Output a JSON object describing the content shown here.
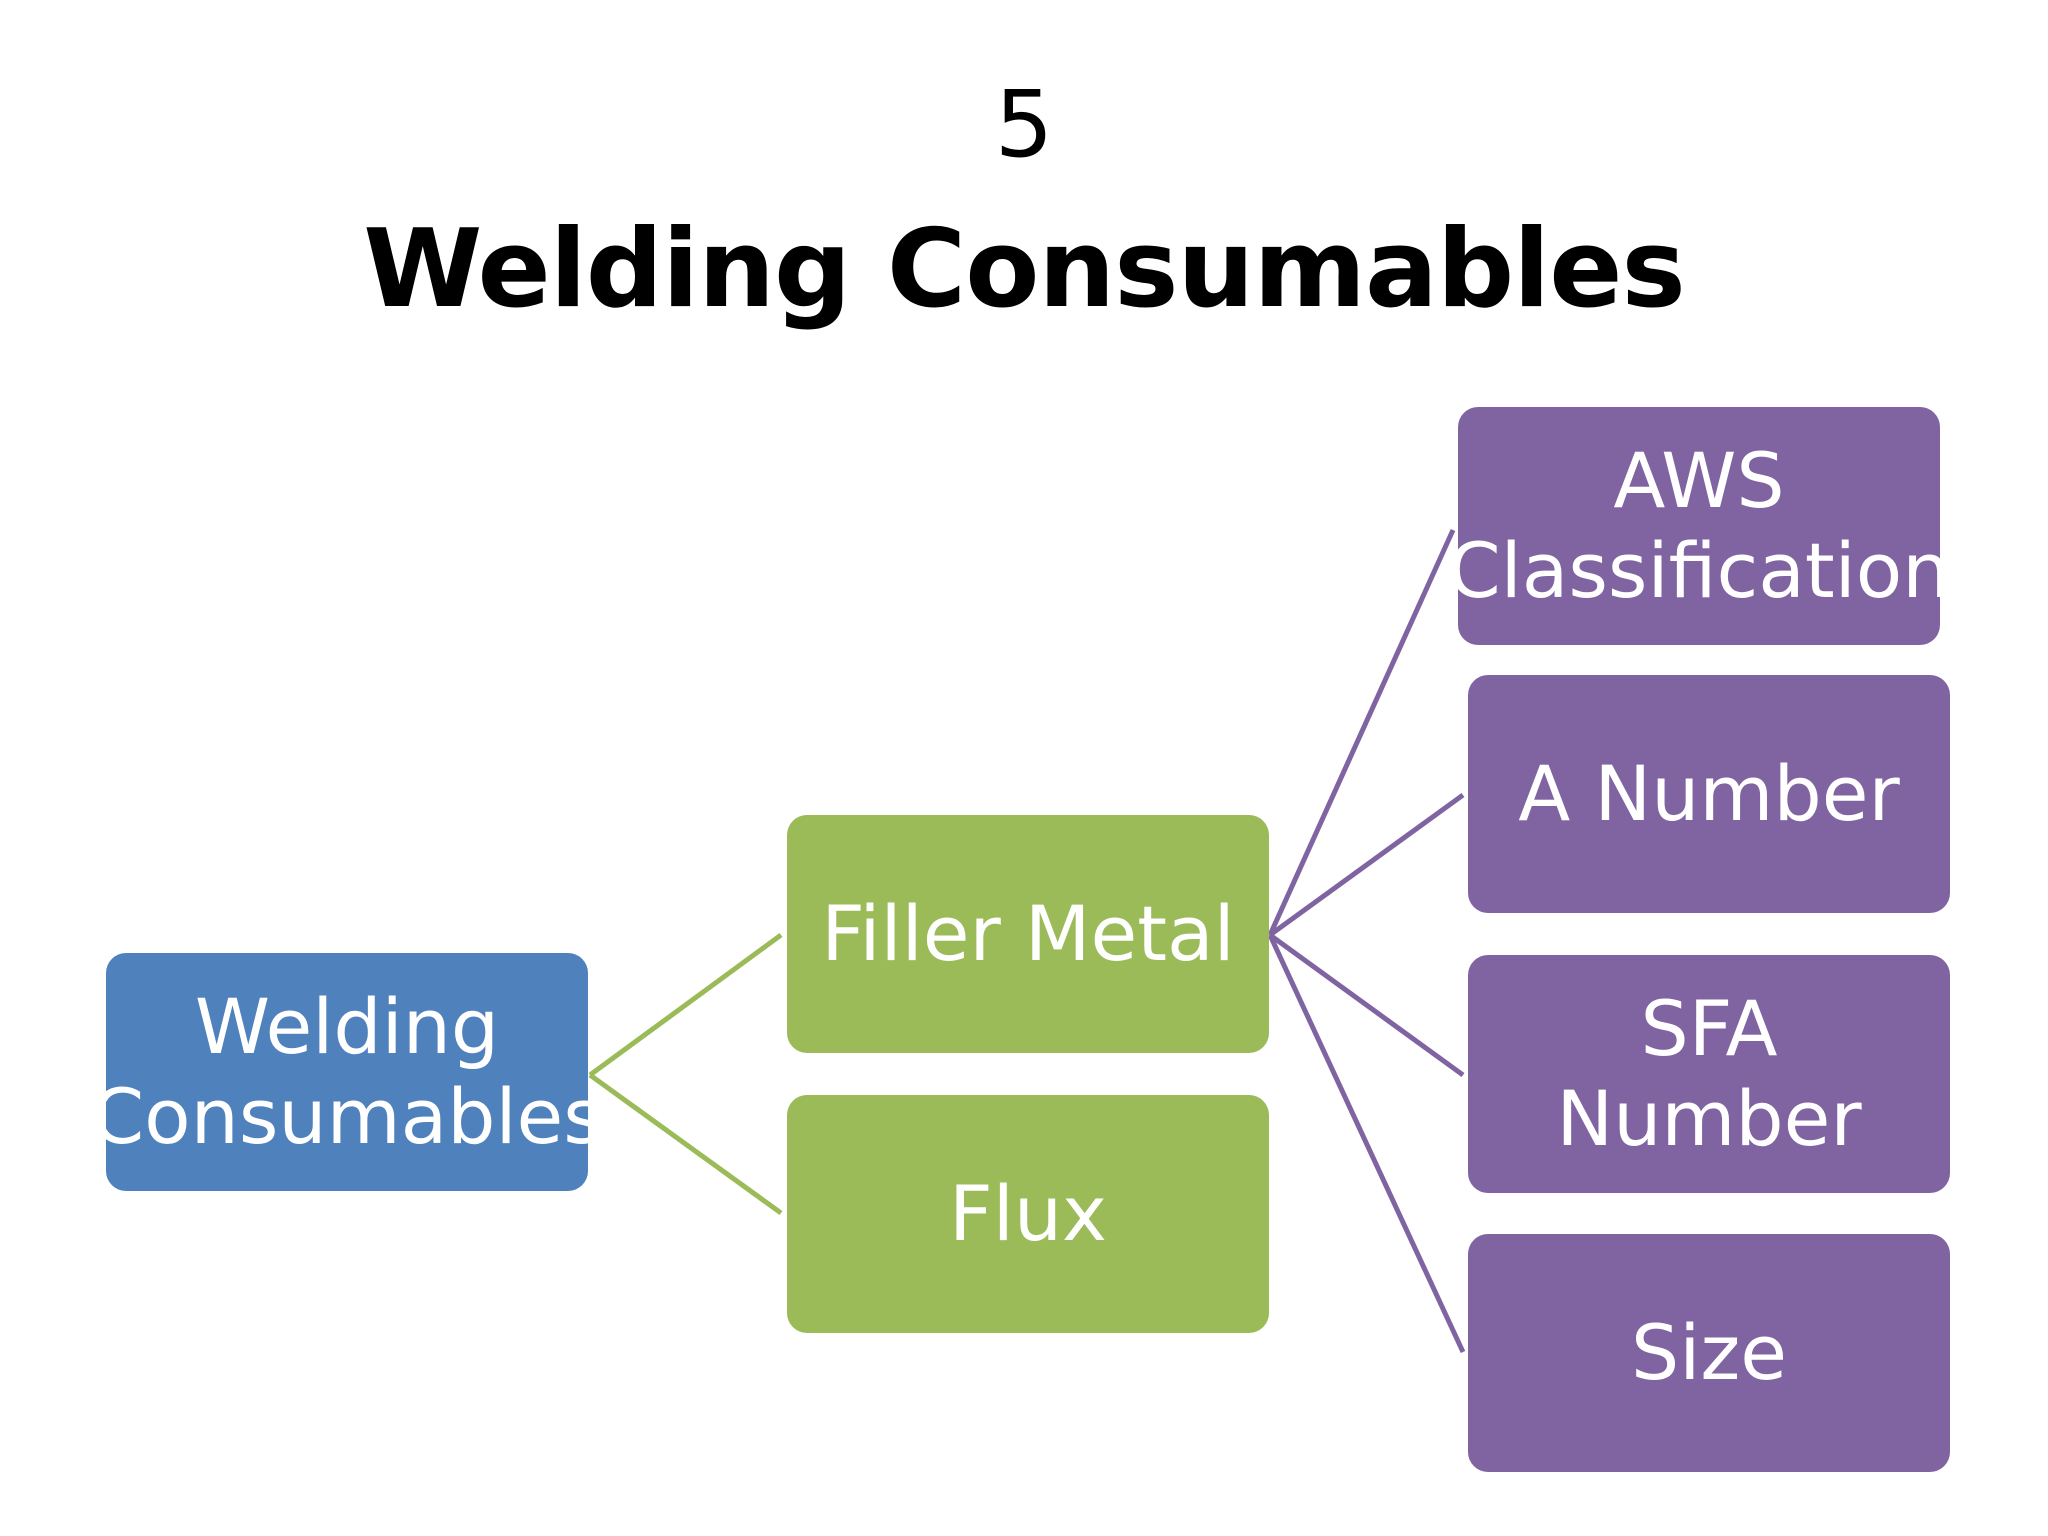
{
  "slide": {
    "number": "5",
    "title": "Welding Consumables"
  },
  "colors": {
    "root": "#4f81bd",
    "level2": "#9bbb59",
    "level3": "#8064a2"
  },
  "nodes": {
    "root": "Welding Consumables",
    "filler_metal": "Filler Metal",
    "flux": "Flux",
    "aws_classification": "AWS Classification",
    "a_number": "A Number",
    "sfa_number": "SFA Number",
    "size": "Size"
  },
  "edges": [
    [
      "root",
      "filler_metal"
    ],
    [
      "root",
      "flux"
    ],
    [
      "filler_metal",
      "aws_classification"
    ],
    [
      "filler_metal",
      "a_number"
    ],
    [
      "filler_metal",
      "sfa_number"
    ],
    [
      "filler_metal",
      "size"
    ]
  ]
}
